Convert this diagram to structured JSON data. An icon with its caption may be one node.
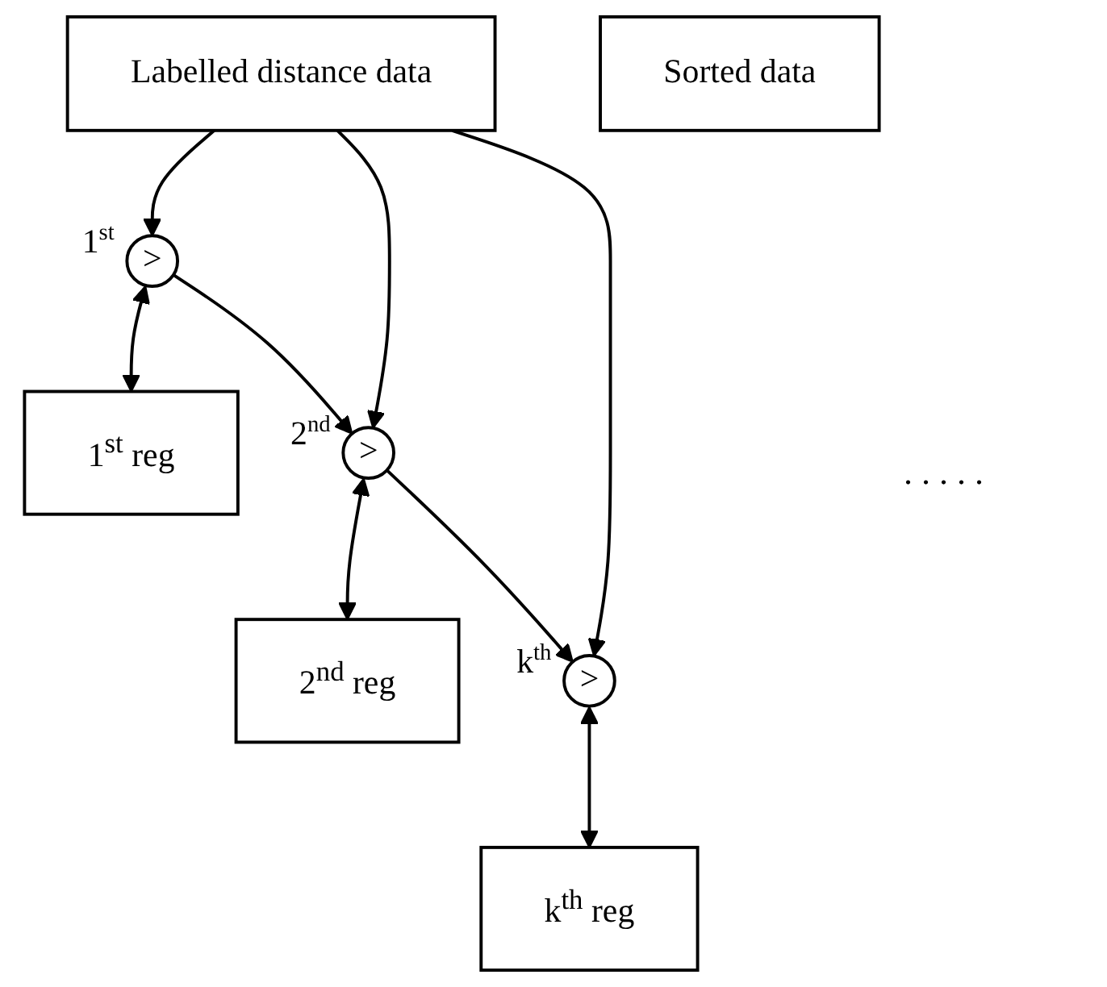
{
  "diagram": {
    "nodes": [
      {
        "text": [
          "Labelled distance data"
        ]
      },
      {
        "text": [
          "Sorted data"
        ]
      },
      {
        "text": [
          ">"
        ],
        "beside": [
          "1$^{st}$"
        ]
      },
      {
        "text": [
          "1$^{st}$ reg"
        ]
      },
      {
        "text": [
          ">"
        ],
        "beside": [
          "2$^{nd}$"
        ]
      },
      {
        "text": [
          "2$^{nd}$ reg"
        ]
      },
      {
        "text": [
          ">"
        ],
        "beside": [
          "k$^{th}$"
        ]
      },
      {
        "text": [
          "k$^{th}$ reg"
        ]
      }
    ],
    "edges": [
      {
        "from": 0,
        "to": 2,
        "arrow": "to"
      },
      {
        "from": 2,
        "to": 3,
        "arrow": "both"
      },
      {
        "from": 2,
        "to": 4,
        "arrow": "to"
      },
      {
        "from": 0,
        "to": 4,
        "arrow": "to"
      },
      {
        "from": 4,
        "to": 5,
        "arrow": "both"
      },
      {
        "from": 4,
        "to": 6,
        "arrow": "to"
      },
      {
        "from": 0,
        "to": 6,
        "arrow": "to"
      },
      {
        "from": 6,
        "to": 7,
        "arrow": "both"
      }
    ],
    "labels": [
      ". . . . ."
    ]
  }
}
